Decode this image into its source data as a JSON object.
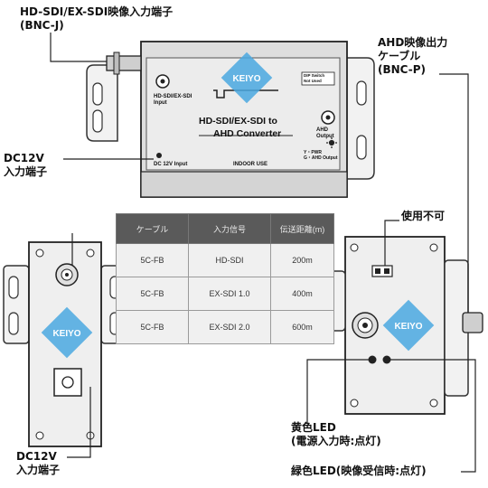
{
  "callouts": {
    "input_bnc": [
      "HD-SDI/EX-SDI映像入力端子",
      "(BNC-J)"
    ],
    "ahd_output": [
      "AHD映像出力",
      "ケーブル",
      "(BNC-P)"
    ],
    "dc_input_top": [
      "DC12V",
      "入力端子"
    ],
    "not_used": "使用不可",
    "dc_input_bottom": [
      "DC12V",
      "入力端子"
    ],
    "yellow_led": [
      "黄色LED",
      "(電源入力時:点灯)"
    ],
    "green_led": "緑色LED(映像受信時:点灯)"
  },
  "device_panel": {
    "input_label": [
      "HD-SDI/EX-SDI",
      "Input"
    ],
    "title_line1": "HD-SDI/EX-SDI to",
    "title_line2": "AHD Converter",
    "ahd_output_label": [
      "AHD",
      "Output"
    ],
    "led_legend": [
      "Y・PWR",
      "G・AHD Output"
    ],
    "dip_switch": [
      "DIP Switch",
      "Not Used"
    ],
    "dc_label": "DC 12V Input",
    "indoor": "INDOOR USE"
  },
  "logo": "KEIYO",
  "table": {
    "headers": [
      "ケーブル",
      "入力信号",
      "伝送距離(m)"
    ],
    "rows": [
      [
        "5C-FB",
        "HD-SDI",
        "200m"
      ],
      [
        "5C-FB",
        "EX-SDI 1.0",
        "400m"
      ],
      [
        "5C-FB",
        "EX-SDI 2.0",
        "600m"
      ]
    ]
  },
  "colors": {
    "logo_blue": "#4aa8e0",
    "panel_gray": "#e8e8e8",
    "table_header": "#5a5a5a"
  }
}
